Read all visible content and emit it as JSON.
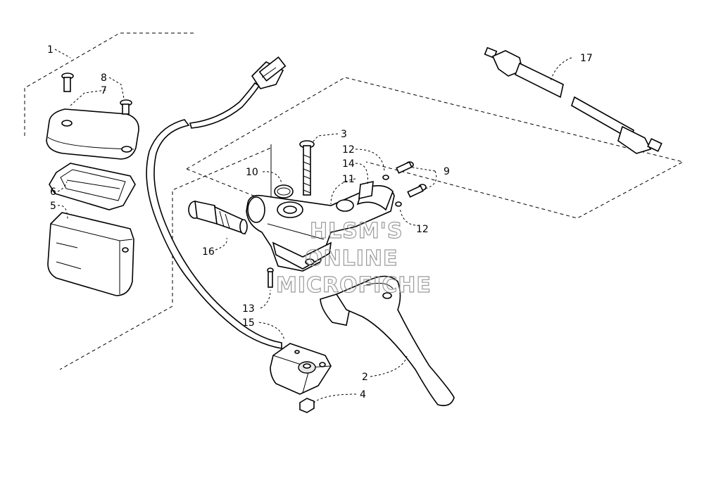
{
  "watermark": {
    "line1": "HLSM'S",
    "line2": "ONLINE",
    "line3": "MICROFICHE"
  },
  "callouts": {
    "c1": "1",
    "c2": "2",
    "c3": "3",
    "c4": "4",
    "c5": "5",
    "c6": "6",
    "c7": "7",
    "c8": "8",
    "c9": "9",
    "c10": "10",
    "c11": "11",
    "c12a": "12",
    "c12b": "12",
    "c13": "13",
    "c14": "14",
    "c15": "15",
    "c16": "16",
    "c17": "17"
  }
}
